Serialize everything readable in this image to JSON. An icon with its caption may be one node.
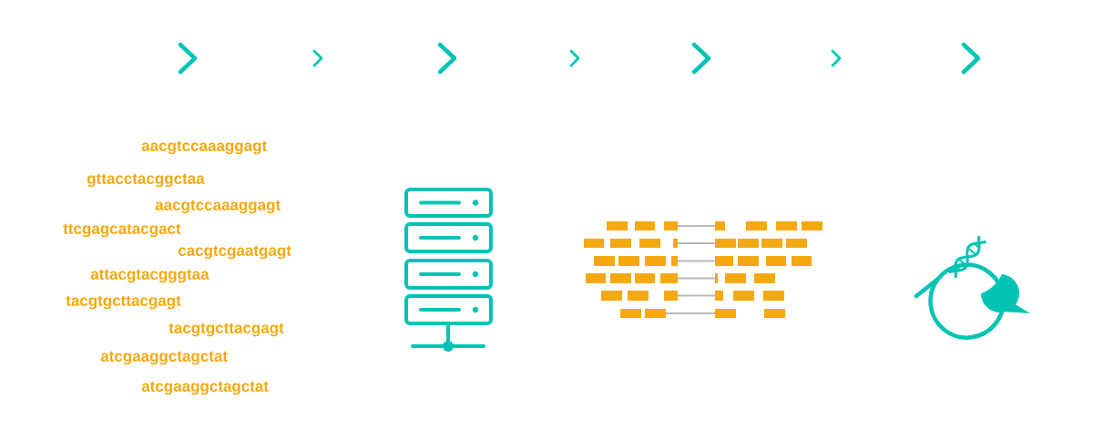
{
  "diagram": {
    "labels": [
      "aacgtccaaaggagt",
      "gttacctacggctaa",
      "aacgtccaaaggagt",
      "ttcgagcatacgact",
      "cacgtcgaatgagt",
      "attacgtacgggtaa",
      "tacgtgcttacgagt",
      "tacgtgcttacgagt",
      "atcgaaggctagctat",
      "atcgaaggctagctat"
    ]
  }
}
